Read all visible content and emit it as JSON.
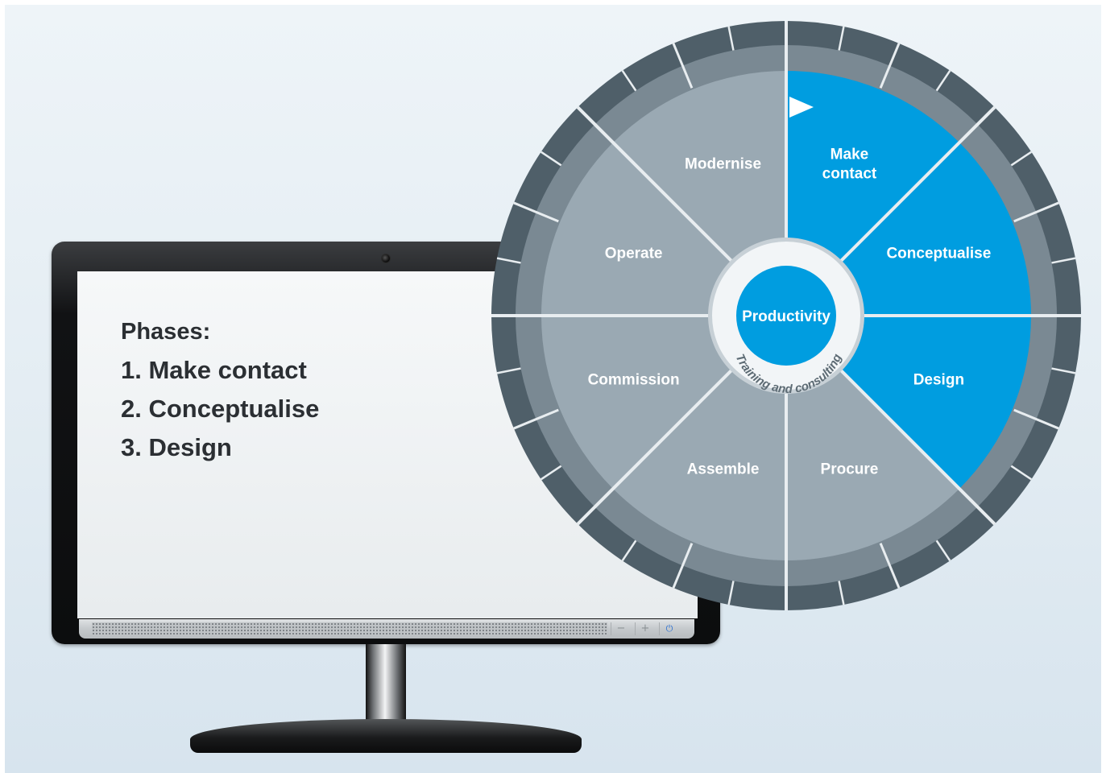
{
  "phases": {
    "title": "Phases:",
    "items": [
      "1. Make contact",
      "2. Conceptualise",
      "3. Design"
    ]
  },
  "wheel": {
    "center_label": "Productivity",
    "ring_label": "Training and consulting",
    "segments": [
      {
        "label_lines": [
          "Make",
          "contact"
        ],
        "active": true
      },
      {
        "label_lines": [
          "Conceptualise"
        ],
        "active": true
      },
      {
        "label_lines": [
          "Design"
        ],
        "active": true
      },
      {
        "label_lines": [
          "Procure"
        ],
        "active": false
      },
      {
        "label_lines": [
          "Assemble"
        ],
        "active": false
      },
      {
        "label_lines": [
          "Commission"
        ],
        "active": false
      },
      {
        "label_lines": [
          "Operate"
        ],
        "active": false
      },
      {
        "label_lines": [
          "Modernise"
        ],
        "active": false
      }
    ]
  },
  "monitor": {
    "controls": [
      "−",
      "+",
      "⏻"
    ]
  },
  "colors": {
    "active_blue": "#009de0",
    "inactive_segment": "#9aa9b3",
    "outer_ring_mid": "#7a8993",
    "outer_ring_dark": "#4f5f69",
    "center_circle": "#009de0",
    "center_ring": "#f2f5f7"
  }
}
